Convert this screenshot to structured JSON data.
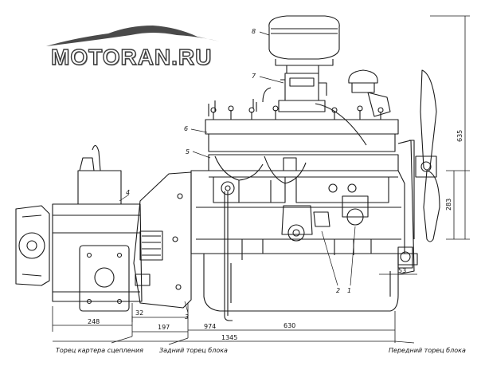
{
  "logo": {
    "text": "MOTORAN.RU"
  },
  "callouts": {
    "c1": "1",
    "c2": "2",
    "c3": "3",
    "c4": "4",
    "c5": "5",
    "c6": "6",
    "c7": "7",
    "c8": "8"
  },
  "dimensions": {
    "d248": "248",
    "d32": "32",
    "d197": "197",
    "d974": "974",
    "d630": "630",
    "d1345": "1345",
    "d53": "53",
    "d283": "283",
    "d635": "635"
  },
  "captions": {
    "clutch_face": "Торец картера сцепления",
    "rear_face": "Задний торец блока",
    "front_face": "Передний торец блока"
  }
}
